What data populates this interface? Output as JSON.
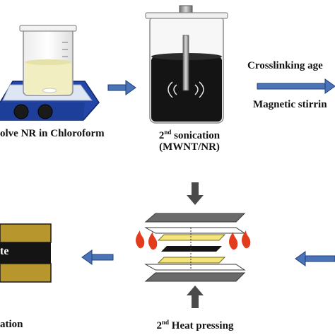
{
  "step1": {
    "caption": "olve NR in Chloroform"
  },
  "step2": {
    "caption_ord": "2",
    "caption_sup": "nd",
    "caption_rest": " sonication",
    "subcaption": "(MWNT/NR)"
  },
  "step3": {
    "arrow_top_label": "Crosslinking age",
    "arrow_bottom_label": "Magnetic stirrin"
  },
  "step5": {
    "caption_ord": "2",
    "caption_sup": "nd",
    "caption_rest": " Heat pressing"
  },
  "step6": {
    "box_label": "te",
    "caption": "ation"
  },
  "colors": {
    "arrow_blue": "#4a73b8",
    "hot_plate": "#2346a8",
    "solution_yellow": "#f1eec2",
    "mwnt_black": "#141414",
    "press_arrow": "#4a4a4a",
    "plate_gray": "#6a6a6a",
    "sample_yellow": "#f2e57a",
    "composite_gold": "#b8962e",
    "flame_red": "#e23c1c"
  }
}
